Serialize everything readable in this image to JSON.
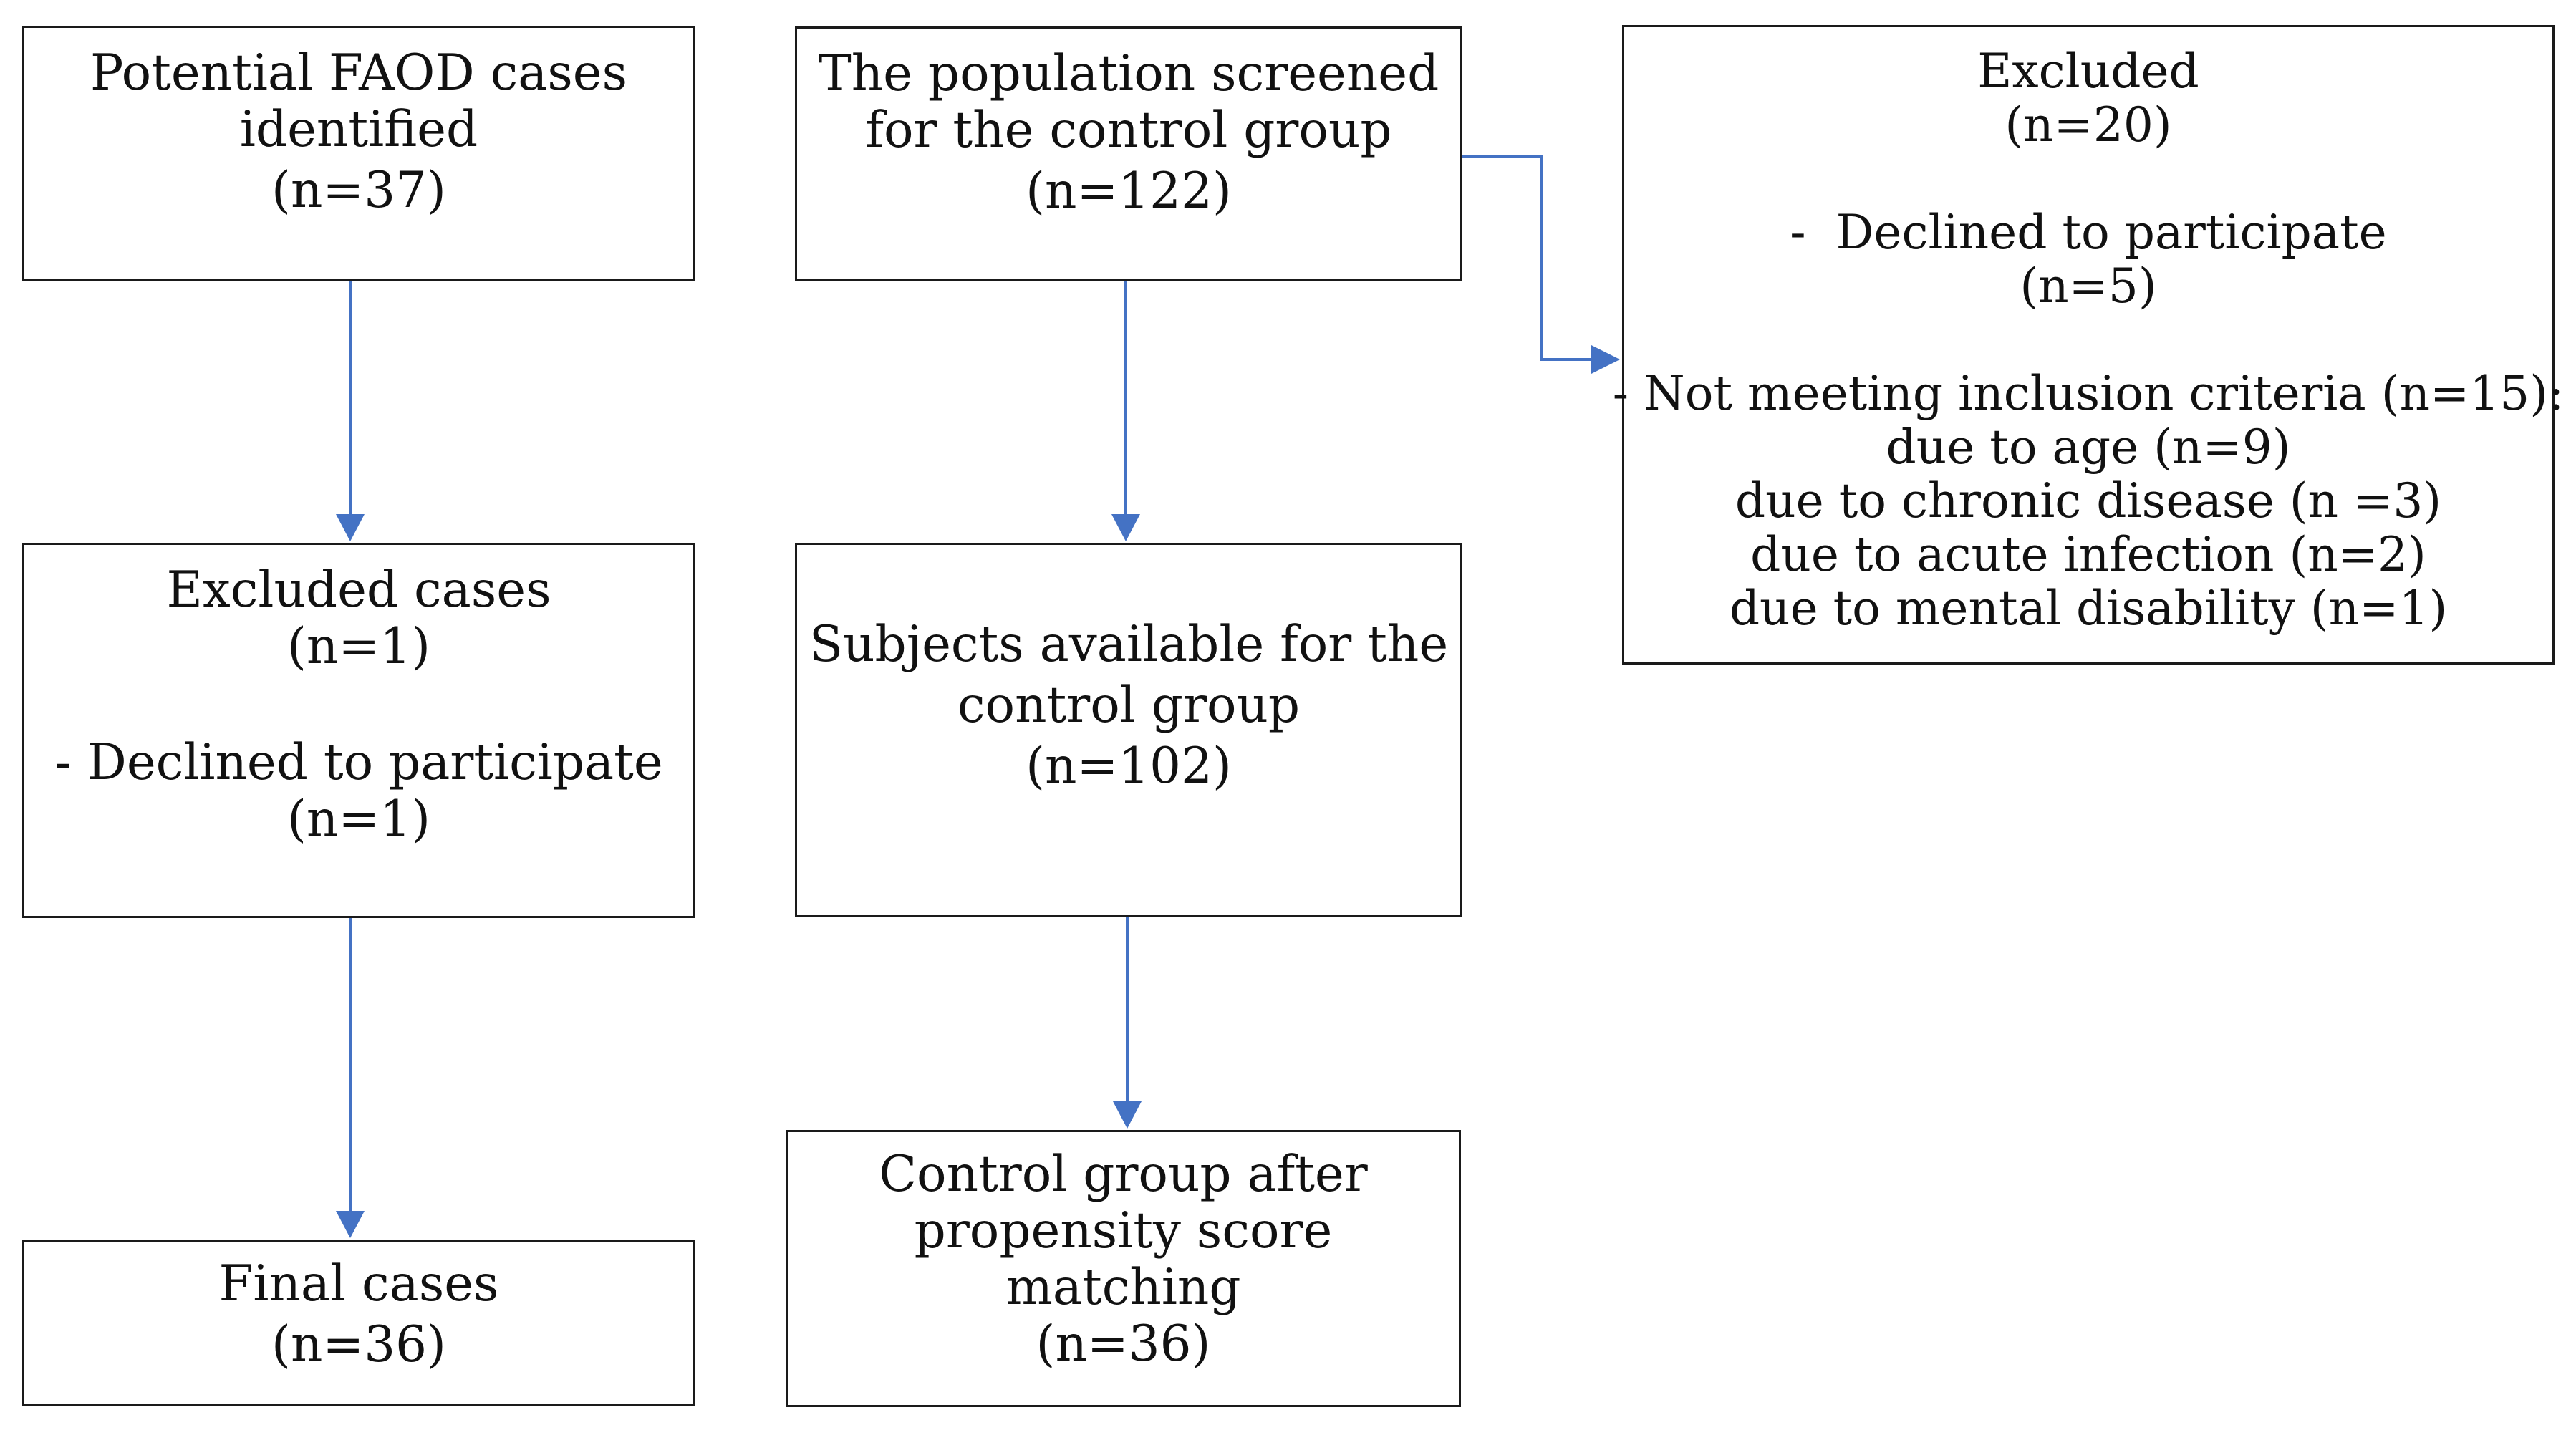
{
  "boxes": {
    "faod_identified": {
      "lines": [
        "Potential FAOD cases",
        "identified",
        "(n=37)"
      ]
    },
    "faod_excluded": {
      "title": "Excluded cases",
      "count": "(n=1)",
      "reason": "- Declined to participate",
      "reason_count": "(n=1)"
    },
    "faod_final": {
      "lines": [
        "Final cases",
        "(n=36)"
      ]
    },
    "control_screened": {
      "lines": [
        "The population screened",
        "for the control group",
        "(n=122)"
      ]
    },
    "control_available": {
      "lines": [
        "Subjects available for the",
        "control group",
        "(n=102)"
      ]
    },
    "control_matched": {
      "lines": [
        "Control group after",
        "propensity score",
        "matching",
        "(n=36)"
      ]
    },
    "control_excluded": {
      "title": "Excluded",
      "count": "(n=20)",
      "declined": "-  Declined to participate",
      "declined_count": "(n=5)",
      "criteria": "- Not meeting inclusion criteria (n=15):",
      "reasons": [
        "due to age (n=9)",
        "due to chronic disease (n =3)",
        "due to acute infection (n=2)",
        "due to mental disability (n=1)"
      ]
    }
  },
  "colors": {
    "arrow": "#4472c4",
    "border": "#1a1a1a"
  }
}
